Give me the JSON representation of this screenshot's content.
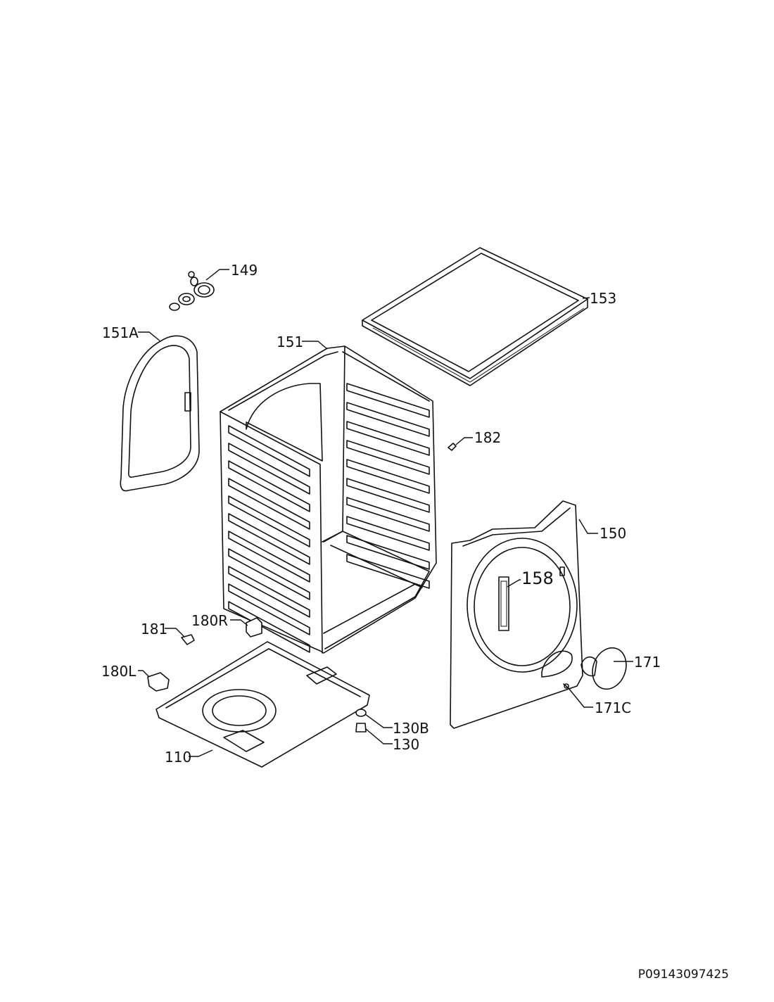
{
  "parts": {
    "p149": "149",
    "p153": "153",
    "p151A": "151A",
    "p151": "151",
    "p182": "182",
    "p150": "150",
    "p158": "158",
    "p181": "181",
    "p180R": "180R",
    "p180L": "180L",
    "p171": "171",
    "p171C": "171C",
    "p130B": "130B",
    "p130": "130",
    "p110": "110"
  },
  "drawing_code": "P09143097425"
}
